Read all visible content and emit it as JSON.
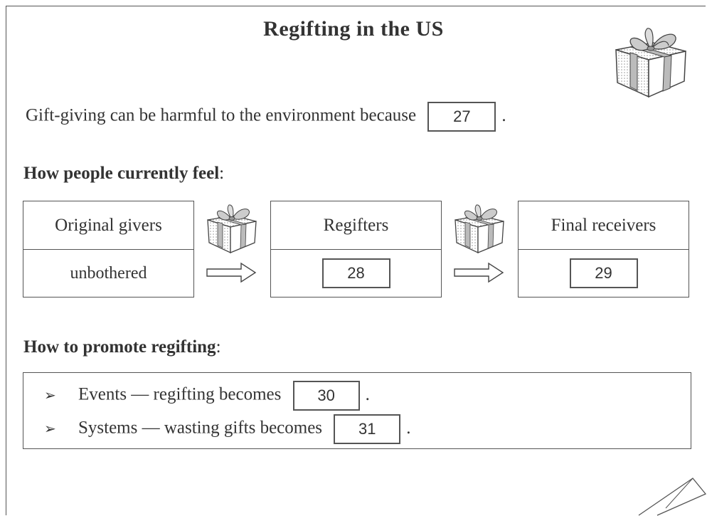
{
  "title": "Regifting in the US",
  "intro": {
    "text": "Gift-giving can be harmful to the environment because",
    "blank": "27",
    "end": "."
  },
  "section_feel": {
    "heading": "How people currently feel",
    "colon": ":",
    "stages": [
      {
        "label": "Original givers",
        "value": "unbothered"
      },
      {
        "label": "Regifters",
        "blank": "28"
      },
      {
        "label": "Final receivers",
        "blank": "29"
      }
    ]
  },
  "section_promote": {
    "heading": "How to promote regifting",
    "colon": ":",
    "bullets": [
      {
        "mark": "➢",
        "text": "Events — regifting becomes",
        "blank": "30",
        "end": "."
      },
      {
        "mark": "➢",
        "text": "Systems — wasting gifts becomes",
        "blank": "31",
        "end": "."
      }
    ]
  }
}
